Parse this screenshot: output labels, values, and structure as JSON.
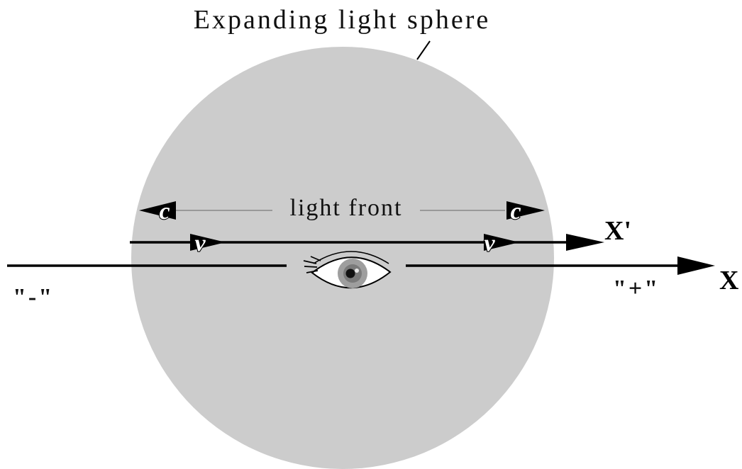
{
  "title": "Expanding light sphere",
  "light_front_label": "light front",
  "speed_of_light_label": "c",
  "velocity_label": "v",
  "axis_primed_label": "X'",
  "axis_label": "X",
  "minus_label": "\"-\"",
  "plus_label": "\"+\"",
  "colors": {
    "sphere": "#cccccc",
    "line": "#000000",
    "thin_line": "#888888",
    "background": "#ffffff"
  },
  "icons": [
    "eye-icon"
  ]
}
